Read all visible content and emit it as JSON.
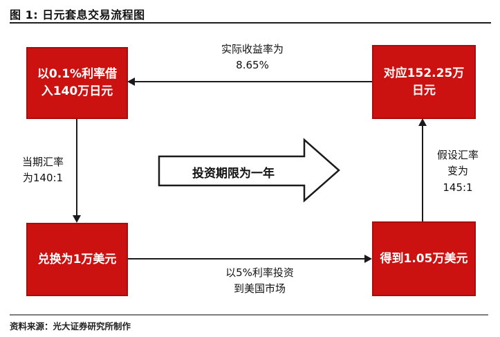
{
  "header": {
    "title": "图 1: 日元套息交易流程图"
  },
  "colors": {
    "box_fill_red": "#cc1111",
    "box_border_red": "#a60e0e",
    "connector_black": "#1a1a1a",
    "footer_rule_gray": "#7e7e7e"
  },
  "boxes": {
    "borrow": {
      "label": "以0.1%利率借入140万日元"
    },
    "correspond": {
      "label": "对应152.25万日元"
    },
    "exchange": {
      "label": "兑换为1万美元"
    },
    "receive": {
      "label": "得到1.05万美元"
    }
  },
  "labels": {
    "yield": {
      "line1": "实际收益率为",
      "line2": "8.65%"
    },
    "current_rate": {
      "line1": "当期汇率",
      "line2": "为140:1"
    },
    "invest": {
      "line1": "以5%利率投资",
      "line2": "到美国市场"
    },
    "assumed_rate": {
      "line1": "假设汇率",
      "line2": "变为",
      "line3": "145:1"
    },
    "period": {
      "text": "投资期限为一年"
    }
  },
  "footer": {
    "source": "资料来源：光大证券研究所制作"
  }
}
